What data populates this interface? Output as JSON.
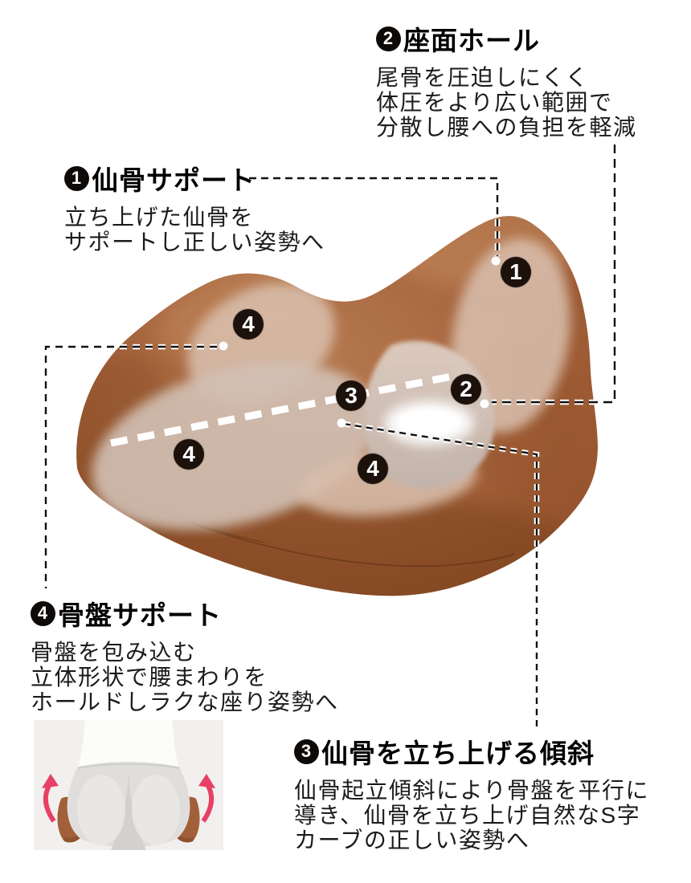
{
  "canvas": {
    "background": "#ffffff"
  },
  "colors": {
    "cushion_brown": "#A4613A",
    "cushion_dark": "#7C431F",
    "support_zone_pale": "#D8BEAC",
    "marker_background": "#1C110B",
    "marker_text": "#FFFFFF",
    "leader_line": "#111111",
    "incline_line": "#FFFFFF",
    "arrow_pink": "#E73F66",
    "photo_background": "#F2F0EE"
  },
  "features": {
    "f1": {
      "num": "1",
      "title": "仙骨サポート",
      "lines": [
        "立ち上げた仙骨を",
        "サポートし正しい姿勢へ"
      ]
    },
    "f2": {
      "num": "2",
      "title": "座面ホール",
      "lines": [
        "尾骨を圧迫しにくく",
        "体圧をより広い範囲で",
        "分散し腰への負担を軽減"
      ]
    },
    "f3": {
      "num": "3",
      "title": "仙骨を立ち上げる傾斜",
      "lines": [
        "仙骨起立傾斜により骨盤を平行に",
        "導き、仙骨を立ち上げ自然なS字",
        "カーブの正しい姿勢へ"
      ]
    },
    "f4": {
      "num": "4",
      "title": "骨盤サポート",
      "lines": [
        "骨盤を包み込む",
        "立体形状で腰まわりを",
        "ホールドしラクな座り姿勢へ"
      ]
    }
  },
  "marker_labels": {
    "m1": "1",
    "m2": "2",
    "m3": "3",
    "m4a": "4",
    "m4b": "4",
    "m4c": "4"
  }
}
